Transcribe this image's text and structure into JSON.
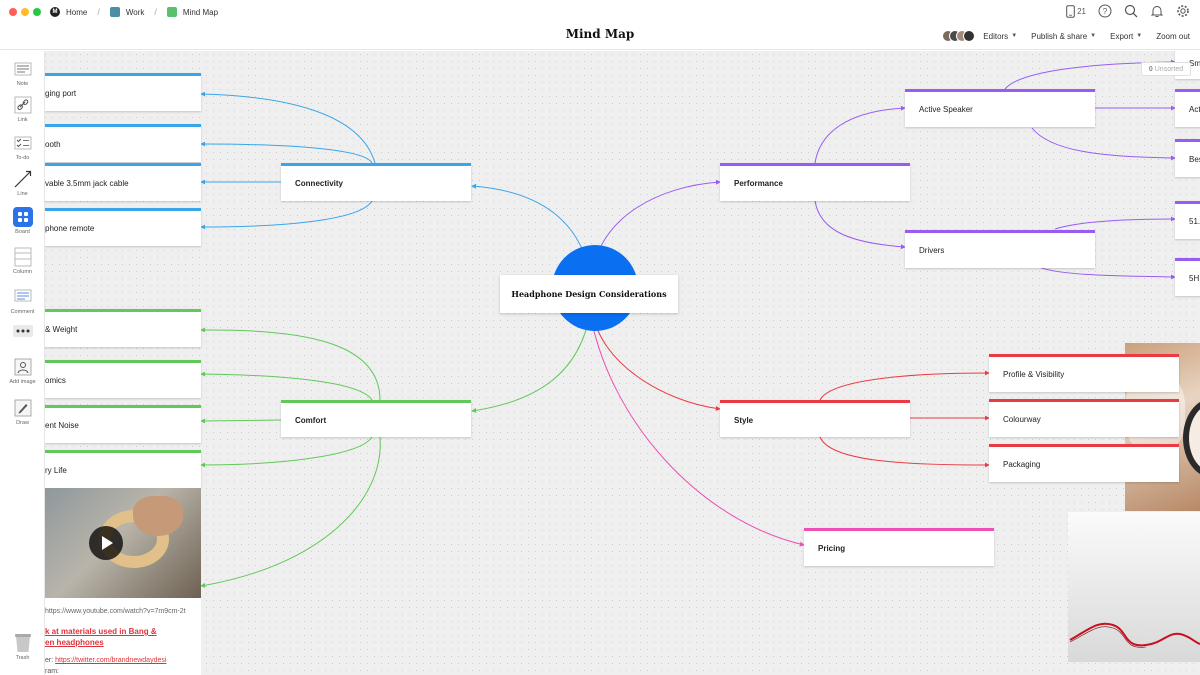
{
  "window": {
    "traffic_lights": [
      "#ff5f57",
      "#febc2e",
      "#28c840"
    ]
  },
  "breadcrumb": [
    {
      "label": "Home",
      "color": "#222222"
    },
    {
      "label": "Work",
      "color": "#4a8fa6"
    },
    {
      "label": "Mind Map",
      "color": "#56c26a"
    }
  ],
  "board": {
    "title": "Mind Map"
  },
  "topbar": {
    "device_count": "21",
    "editors_label": "Editors",
    "publish_label": "Publish & share",
    "export_label": "Export",
    "zoom_label": "Zoom out"
  },
  "toolbar": {
    "items": [
      {
        "label": "Note",
        "icon": "note-icon"
      },
      {
        "label": "Link",
        "icon": "link-icon"
      },
      {
        "label": "To-do",
        "icon": "todo-icon"
      },
      {
        "label": "Line",
        "icon": "line-icon"
      },
      {
        "label": "Board",
        "icon": "board-icon"
      },
      {
        "label": "Column",
        "icon": "column-icon"
      },
      {
        "label": "Comment",
        "icon": "comment-icon"
      },
      {
        "label": "",
        "icon": "more-icon"
      },
      {
        "label": "Add image",
        "icon": "add-image-icon"
      },
      {
        "label": "Draw",
        "icon": "draw-icon"
      },
      {
        "label": "Trash",
        "icon": "trash-icon"
      }
    ]
  },
  "unsorted": {
    "count": "0",
    "label": "Unsorted"
  },
  "mindmap": {
    "central": "Headphone Design Considerations",
    "colors": {
      "connectivity": "#3aa6e8",
      "comfort": "#62c85a",
      "performance": "#9a5cf0",
      "style": "#ea3b44",
      "pricing": "#ec4fb6",
      "center": "#0a6ff0"
    },
    "connectivity": {
      "label": "Connectivity",
      "children": [
        "ging port",
        "ooth",
        "vable 3.5mm jack cable",
        "phone remote"
      ]
    },
    "comfort": {
      "label": "Comfort",
      "children": [
        "& Weight",
        "omics",
        "ent Noise",
        "ry Life"
      ]
    },
    "performance": {
      "label": "Performance",
      "children": [
        "Active Speaker",
        "Drivers"
      ],
      "grandchildren": [
        "Sm",
        "Act",
        "Bes",
        "51.",
        "5H"
      ]
    },
    "style": {
      "label": "Style",
      "children": [
        "Profile & Visibility",
        "Colourway",
        "Packaging"
      ]
    },
    "pricing": {
      "label": "Pricing"
    }
  },
  "notes": {
    "url": "https://www.youtube.com/watch?v=7m9cm-2t",
    "link_line1": "k at materials used in Bang &",
    "link_line2": "en headphones",
    "twitter_prefix": "er: ",
    "twitter_link": "https://twitter.com/brandnewdaydesi",
    "instagram": "ram:"
  }
}
